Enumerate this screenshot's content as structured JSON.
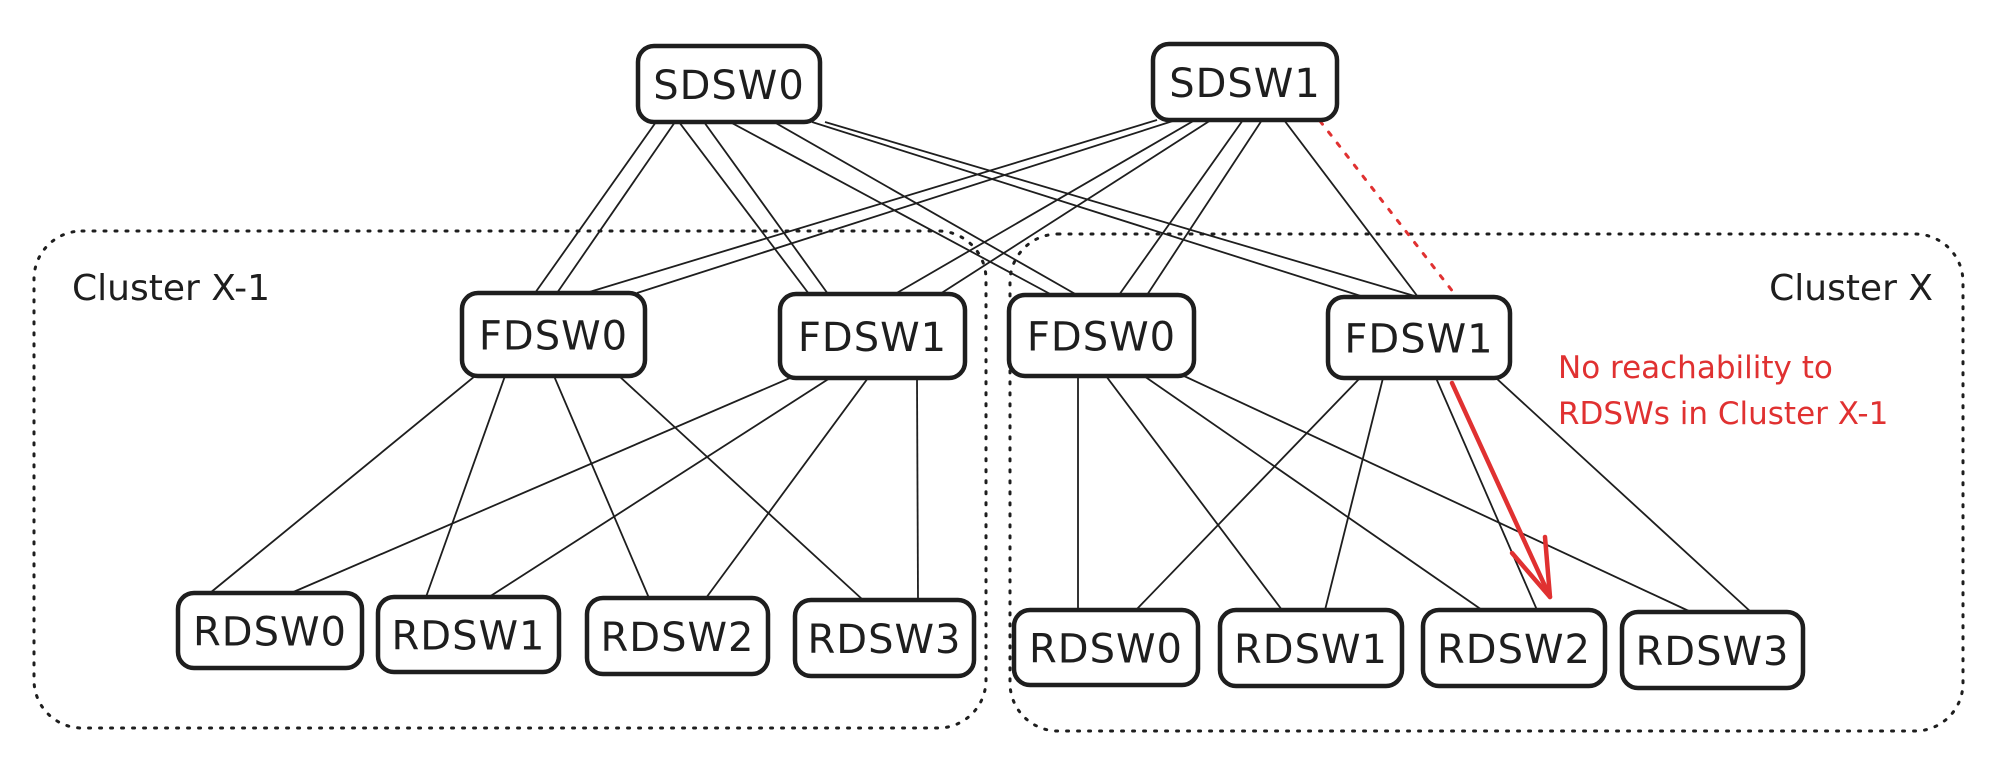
{
  "colors": {
    "stroke": "#1e1e1e",
    "background": "#ffffff",
    "annotation": "#e03131"
  },
  "spine": [
    {
      "id": "sdsw0",
      "label": "SDSW0"
    },
    {
      "id": "sdsw1",
      "label": "SDSW1"
    }
  ],
  "clusters": [
    {
      "id": "cx1",
      "label": "Cluster X-1",
      "fabric": [
        {
          "id": "cx1-fdsw0",
          "label": "FDSW0"
        },
        {
          "id": "cx1-fdsw1",
          "label": "FDSW1"
        }
      ],
      "racks": [
        {
          "id": "cx1-rdsw0",
          "label": "RDSW0"
        },
        {
          "id": "cx1-rdsw1",
          "label": "RDSW1"
        },
        {
          "id": "cx1-rdsw2",
          "label": "RDSW2"
        },
        {
          "id": "cx1-rdsw3",
          "label": "RDSW3"
        }
      ]
    },
    {
      "id": "cx",
      "label": "Cluster X",
      "fabric": [
        {
          "id": "cx-fdsw0",
          "label": "FDSW0"
        },
        {
          "id": "cx-fdsw1",
          "label": "FDSW1"
        }
      ],
      "racks": [
        {
          "id": "cx-rdsw0",
          "label": "RDSW0"
        },
        {
          "id": "cx-rdsw1",
          "label": "RDSW1"
        },
        {
          "id": "cx-rdsw2",
          "label": "RDSW2"
        },
        {
          "id": "cx-rdsw3",
          "label": "RDSW3"
        }
      ]
    }
  ],
  "links": {
    "spine_to_fabric": [
      {
        "from": "sdsw0",
        "to": "cx1-fdsw0",
        "count": 2
      },
      {
        "from": "sdsw0",
        "to": "cx1-fdsw1",
        "count": 2
      },
      {
        "from": "sdsw0",
        "to": "cx-fdsw0",
        "count": 2
      },
      {
        "from": "sdsw0",
        "to": "cx-fdsw1",
        "count": 2
      },
      {
        "from": "sdsw1",
        "to": "cx1-fdsw0",
        "count": 2
      },
      {
        "from": "sdsw1",
        "to": "cx1-fdsw1",
        "count": 2
      },
      {
        "from": "sdsw1",
        "to": "cx-fdsw0",
        "count": 2
      },
      {
        "from": "sdsw1",
        "to": "cx-fdsw1",
        "count": 1
      }
    ],
    "broken": [
      {
        "from": "sdsw1",
        "to": "cx-fdsw1",
        "style": "red-dotted"
      }
    ],
    "fabric_to_rack": [
      {
        "from": "cx1-fdsw0",
        "to": [
          "cx1-rdsw0",
          "cx1-rdsw1",
          "cx1-rdsw2",
          "cx1-rdsw3"
        ]
      },
      {
        "from": "cx1-fdsw1",
        "to": [
          "cx1-rdsw0",
          "cx1-rdsw1",
          "cx1-rdsw2",
          "cx1-rdsw3"
        ]
      },
      {
        "from": "cx-fdsw0",
        "to": [
          "cx-rdsw0",
          "cx-rdsw1",
          "cx-rdsw2",
          "cx-rdsw3"
        ]
      },
      {
        "from": "cx-fdsw1",
        "to": [
          "cx-rdsw0",
          "cx-rdsw1",
          "cx-rdsw2",
          "cx-rdsw3"
        ]
      }
    ]
  },
  "annotation": {
    "arrow": {
      "from": "cx-fdsw1",
      "to": "cx-rdsw2"
    },
    "lines": [
      "No reachability to",
      "RDSWs in Cluster X-1"
    ]
  }
}
